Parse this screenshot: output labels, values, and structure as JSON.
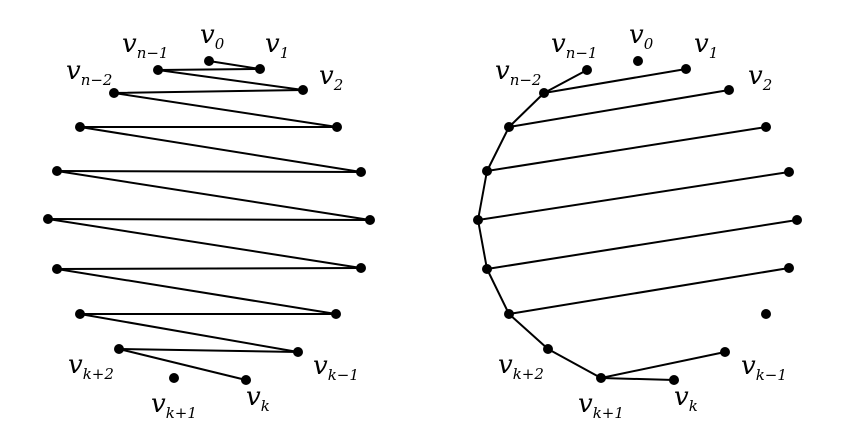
{
  "colors": {
    "ink": "#000000",
    "background": "#ffffff"
  },
  "diagrams": [
    {
      "name": "left",
      "labels": {
        "v0": {
          "main": "v",
          "sub": "0"
        },
        "v1": {
          "main": "v",
          "sub": "1"
        },
        "v2": {
          "main": "v",
          "sub": "2"
        },
        "vn1": {
          "main": "v",
          "sub": "n−1"
        },
        "vn2": {
          "main": "v",
          "sub": "n−2"
        },
        "vk": {
          "main": "v",
          "sub": "k"
        },
        "vk1": {
          "main": "v",
          "sub": "k+1"
        },
        "vk2": {
          "main": "v",
          "sub": "k+2"
        },
        "vkm1": {
          "main": "v",
          "sub": "k−1"
        }
      }
    },
    {
      "name": "right",
      "labels": {
        "v0": {
          "main": "v",
          "sub": "0"
        },
        "v1": {
          "main": "v",
          "sub": "1"
        },
        "v2": {
          "main": "v",
          "sub": "2"
        },
        "vn1": {
          "main": "v",
          "sub": "n−1"
        },
        "vn2": {
          "main": "v",
          "sub": "n−2"
        },
        "vk": {
          "main": "v",
          "sub": "k"
        },
        "vk1": {
          "main": "v",
          "sub": "k+1"
        },
        "vk2": {
          "main": "v",
          "sub": "k+2"
        },
        "vkm1": {
          "main": "v",
          "sub": "k−1"
        }
      }
    }
  ]
}
